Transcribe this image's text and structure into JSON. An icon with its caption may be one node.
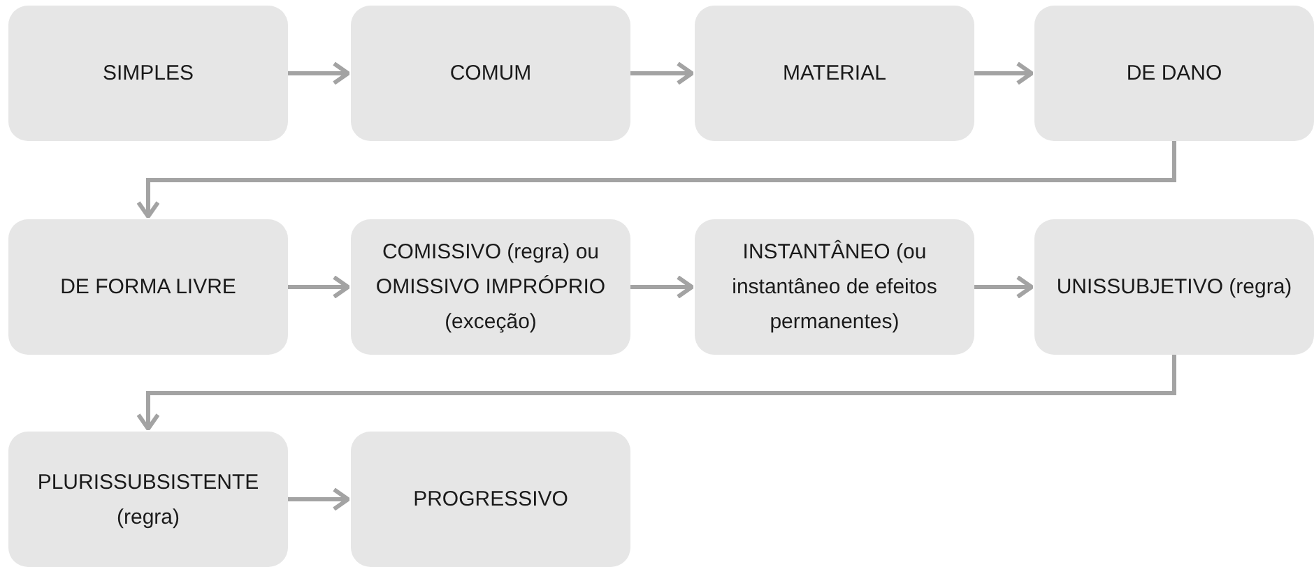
{
  "diagram": {
    "nodes": [
      {
        "text": [
          "SIMPLES"
        ]
      },
      {
        "text": [
          "COMUM"
        ]
      },
      {
        "text": [
          "MATERIAL"
        ]
      },
      {
        "text": [
          "DE DANO"
        ]
      },
      {
        "text": [
          "DE FORMA LIVRE"
        ]
      },
      {
        "text": [
          "COMISSIVO (regra) ou OMISSIVO IMPRÓPRIO (exceção)"
        ]
      },
      {
        "text": [
          "INSTANTÂNEO (ou instantâneo de efeitos permanentes)"
        ]
      },
      {
        "text": [
          "UNISSUBJETIVO (regra)"
        ]
      },
      {
        "text": [
          "PLURISSUBSISTENTE (regra)"
        ]
      },
      {
        "text": [
          "PROGRESSIVO"
        ]
      }
    ],
    "edges": [
      {
        "from": 0,
        "to": 1,
        "arrow": "to"
      },
      {
        "from": 1,
        "to": 2,
        "arrow": "to"
      },
      {
        "from": 2,
        "to": 3,
        "arrow": "to"
      },
      {
        "from": 3,
        "to": 4,
        "arrow": "to"
      },
      {
        "from": 4,
        "to": 5,
        "arrow": "to"
      },
      {
        "from": 5,
        "to": 6,
        "arrow": "to"
      },
      {
        "from": 6,
        "to": 7,
        "arrow": "to"
      },
      {
        "from": 7,
        "to": 8,
        "arrow": "to"
      },
      {
        "from": 8,
        "to": 9,
        "arrow": "to"
      }
    ]
  }
}
